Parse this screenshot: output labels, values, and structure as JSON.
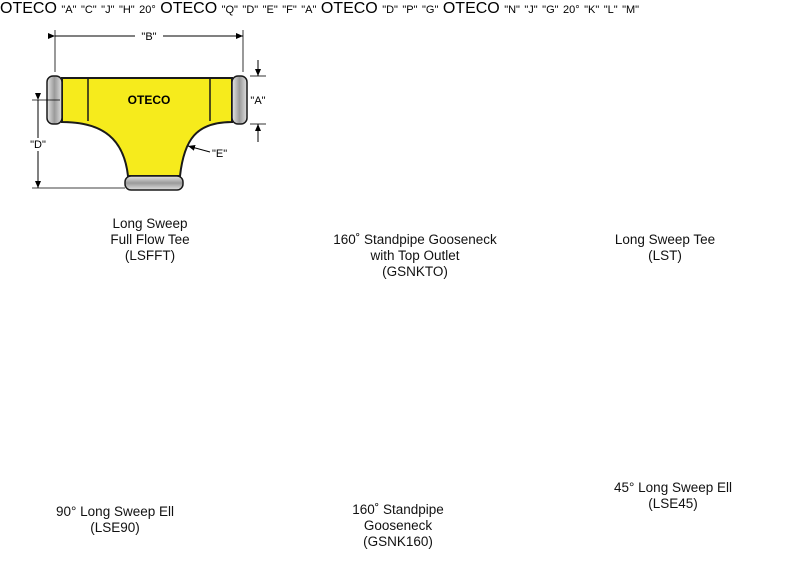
{
  "brand": "OTECO",
  "colors": {
    "body": "#f6eb1c",
    "outline": "#1a1a1a",
    "steel": "#b5b5b5",
    "band": "#c9b400"
  },
  "fittings": [
    {
      "id": "lsfft",
      "caption": [
        "Long Sweep",
        "Full Flow Tee",
        "(LSFFT)"
      ],
      "dims": {
        "B": "\"B\"",
        "A": "\"A\"",
        "D": "\"D\"",
        "E": "\"E\""
      }
    },
    {
      "id": "gsnkto",
      "caption": [
        "160˚ Standpipe Gooseneck",
        "with Top Outlet",
        "(GSNKTO)"
      ],
      "dims": {
        "A": "\"A\"",
        "C": "\"C\"",
        "J": "\"J\"",
        "H": "\"H\"",
        "angle": "20°"
      }
    },
    {
      "id": "lst",
      "caption": [
        "Long Sweep Tee",
        "(LST)"
      ],
      "dims": {
        "Q": "\"Q\"",
        "D": "\"D\"",
        "E": "\"E\"",
        "F": "\"F\"",
        "A": "\"A\""
      }
    },
    {
      "id": "lse90",
      "caption": [
        "90° Long Sweep Ell",
        "(LSE90)"
      ],
      "dims": {
        "D": "\"D\"",
        "P": "\"P\"",
        "G": "\"G\""
      }
    },
    {
      "id": "gsnk160",
      "caption": [
        "160˚ Standpipe",
        "Gooseneck",
        "(GSNK160)"
      ],
      "dims": {
        "N": "\"N\"",
        "J": "\"J\"",
        "G": "\"G\"",
        "angle": "20°"
      }
    },
    {
      "id": "lse45",
      "caption": [
        "45° Long Sweep Ell",
        "(LSE45)"
      ],
      "dims": {
        "K": "\"K\"",
        "L": "\"L\"",
        "M": "\"M\""
      }
    }
  ]
}
